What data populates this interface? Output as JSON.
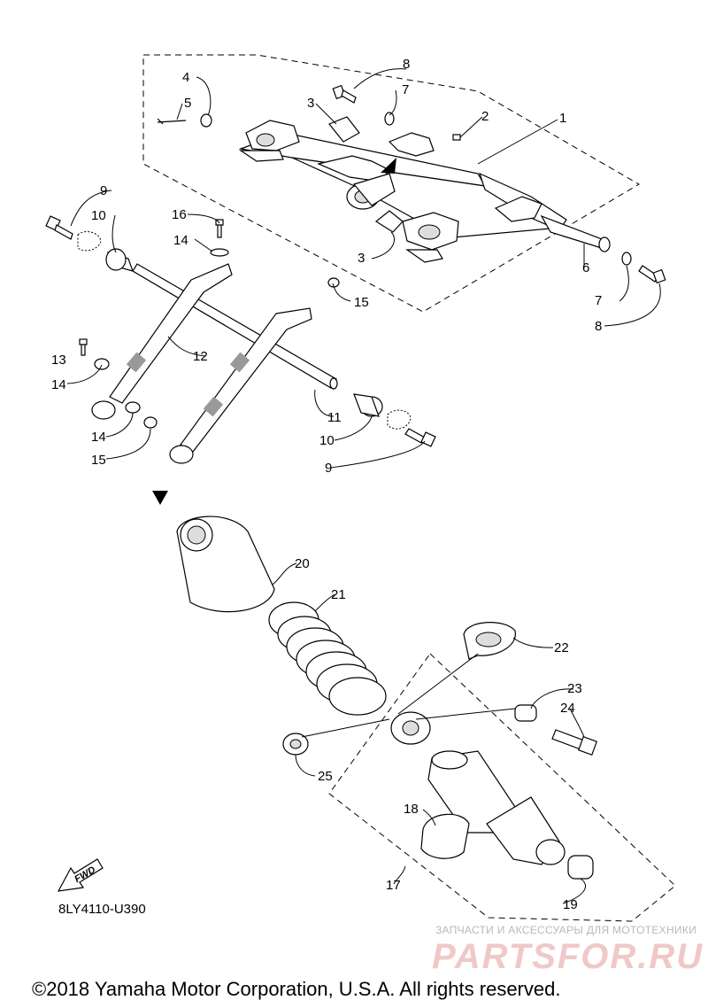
{
  "diagram": {
    "code": "8LY4110-U390",
    "copyright": "©2018 Yamaha Motor Corporation, U.S.A. All rights reserved.",
    "fwd_label": "FWD",
    "watermark": {
      "subtitle": "ЗАПЧАСТИ И АКСЕССУАРЫ ДЛЯ МОТОТЕХНИКИ",
      "brand": "PARTSFOR.RU"
    },
    "callouts": {
      "c1": "1",
      "c2": "2",
      "c3a": "3",
      "c3b": "3",
      "c4": "4",
      "c5": "5",
      "c6": "6",
      "c7a": "7",
      "c7b": "7",
      "c8a": "8",
      "c8b": "8",
      "c9a": "9",
      "c9b": "9",
      "c10a": "10",
      "c10b": "10",
      "c11": "11",
      "c12": "12",
      "c13": "13",
      "c14a": "14",
      "c14b": "14",
      "c14c": "14",
      "c15a": "15",
      "c15b": "15",
      "c16": "16",
      "c17": "17",
      "c18": "18",
      "c19": "19",
      "c20": "20",
      "c21": "21",
      "c22": "22",
      "c23": "23",
      "c24": "24",
      "c25": "25"
    }
  }
}
